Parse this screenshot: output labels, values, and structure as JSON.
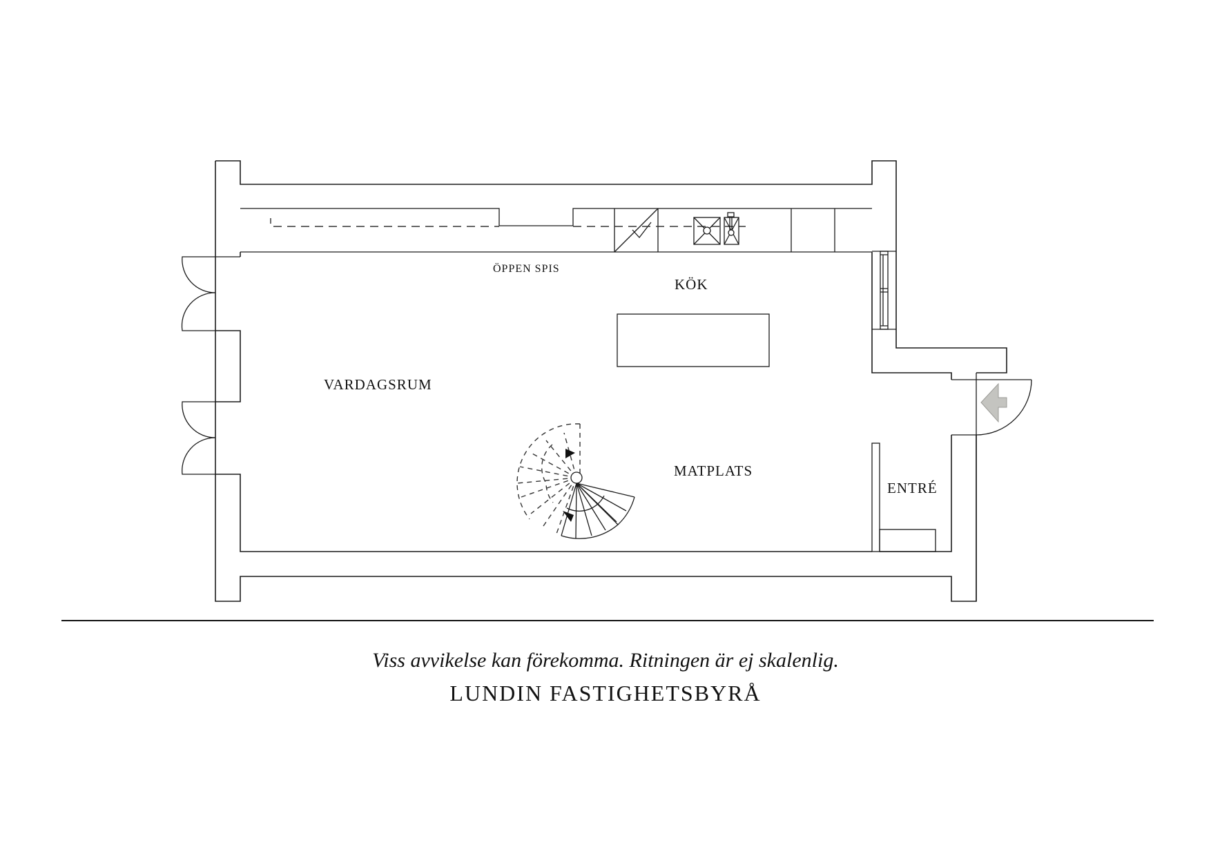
{
  "plan": {
    "rooms": {
      "oppen_spis": "ÖPPEN SPIS",
      "kok": "KÖK",
      "vardagsrum": "VARDAGSRUM",
      "matplats": "MATPLATS",
      "entre": "ENTRÉ"
    },
    "icons": {
      "entrance_arrow": "entrance-arrow-icon",
      "spiral_stair": "spiral-staircase-icon",
      "sink": "sink-icon",
      "door_swing": "door-swing-icon",
      "window": "window-icon"
    },
    "colors": {
      "line": "#1a1a1a",
      "entrance_arrow_fill": "#c4c4c0",
      "background": "#ffffff"
    }
  },
  "footer": {
    "disclaimer": "Viss avvikelse kan förekomma. Ritningen är ej skalenlig.",
    "brand": "LUNDIN FASTIGHETSBYRÅ"
  }
}
